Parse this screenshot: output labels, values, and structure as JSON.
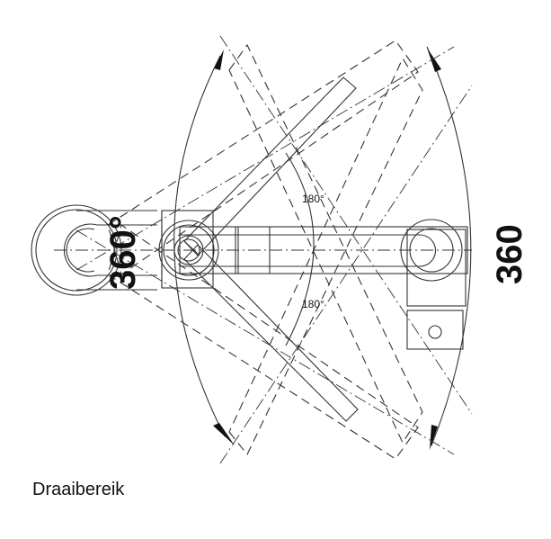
{
  "diagram": {
    "type": "technical-drawing",
    "subject": "swivel range of a kitchen faucet spout (top view)",
    "labels": {
      "base_rotation": "360°",
      "outer_rotation": "360",
      "upper_angle": "180°",
      "lower_angle": "180°"
    },
    "caption": "Draaibereik",
    "colors": {
      "line": "#333333",
      "text": "#111111",
      "background": "#ffffff"
    }
  }
}
